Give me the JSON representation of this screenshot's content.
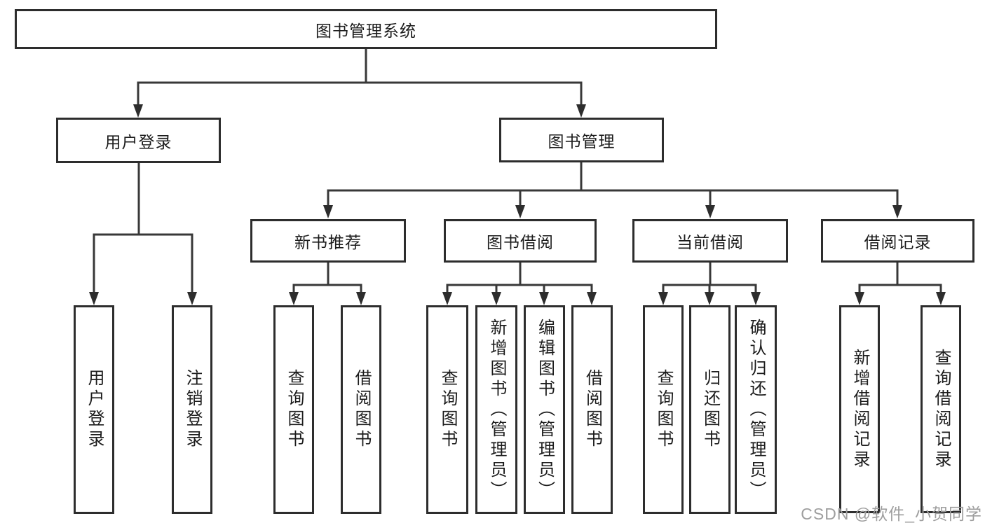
{
  "colors": {
    "background": "#ffffff",
    "box_border": "#2d2d2d",
    "connector_line": "#383838",
    "text": "#1c1c1c",
    "watermark": "#9e9e9e"
  },
  "nodes": {
    "root": "图书管理系统",
    "userLogin": {
      "label": "用户登录",
      "children": [
        "用户登录",
        "注销登录"
      ]
    },
    "bookMgmt": {
      "label": "图书管理",
      "children": [
        {
          "label": "新书推荐",
          "children": [
            "查询图书",
            "借阅图书"
          ]
        },
        {
          "label": "图书借阅",
          "children": [
            "查询图书",
            "新增图书（管理员）",
            "编辑图书（管理员）",
            "借阅图书"
          ]
        },
        {
          "label": "当前借阅",
          "children": [
            "查询图书",
            "归还图书",
            "确认归还（管理员）"
          ]
        },
        {
          "label": "借阅记录",
          "children": [
            "新增借阅记录",
            "查询借阅记录"
          ]
        }
      ]
    }
  },
  "watermark": "CSDN @软件_小贺同学"
}
